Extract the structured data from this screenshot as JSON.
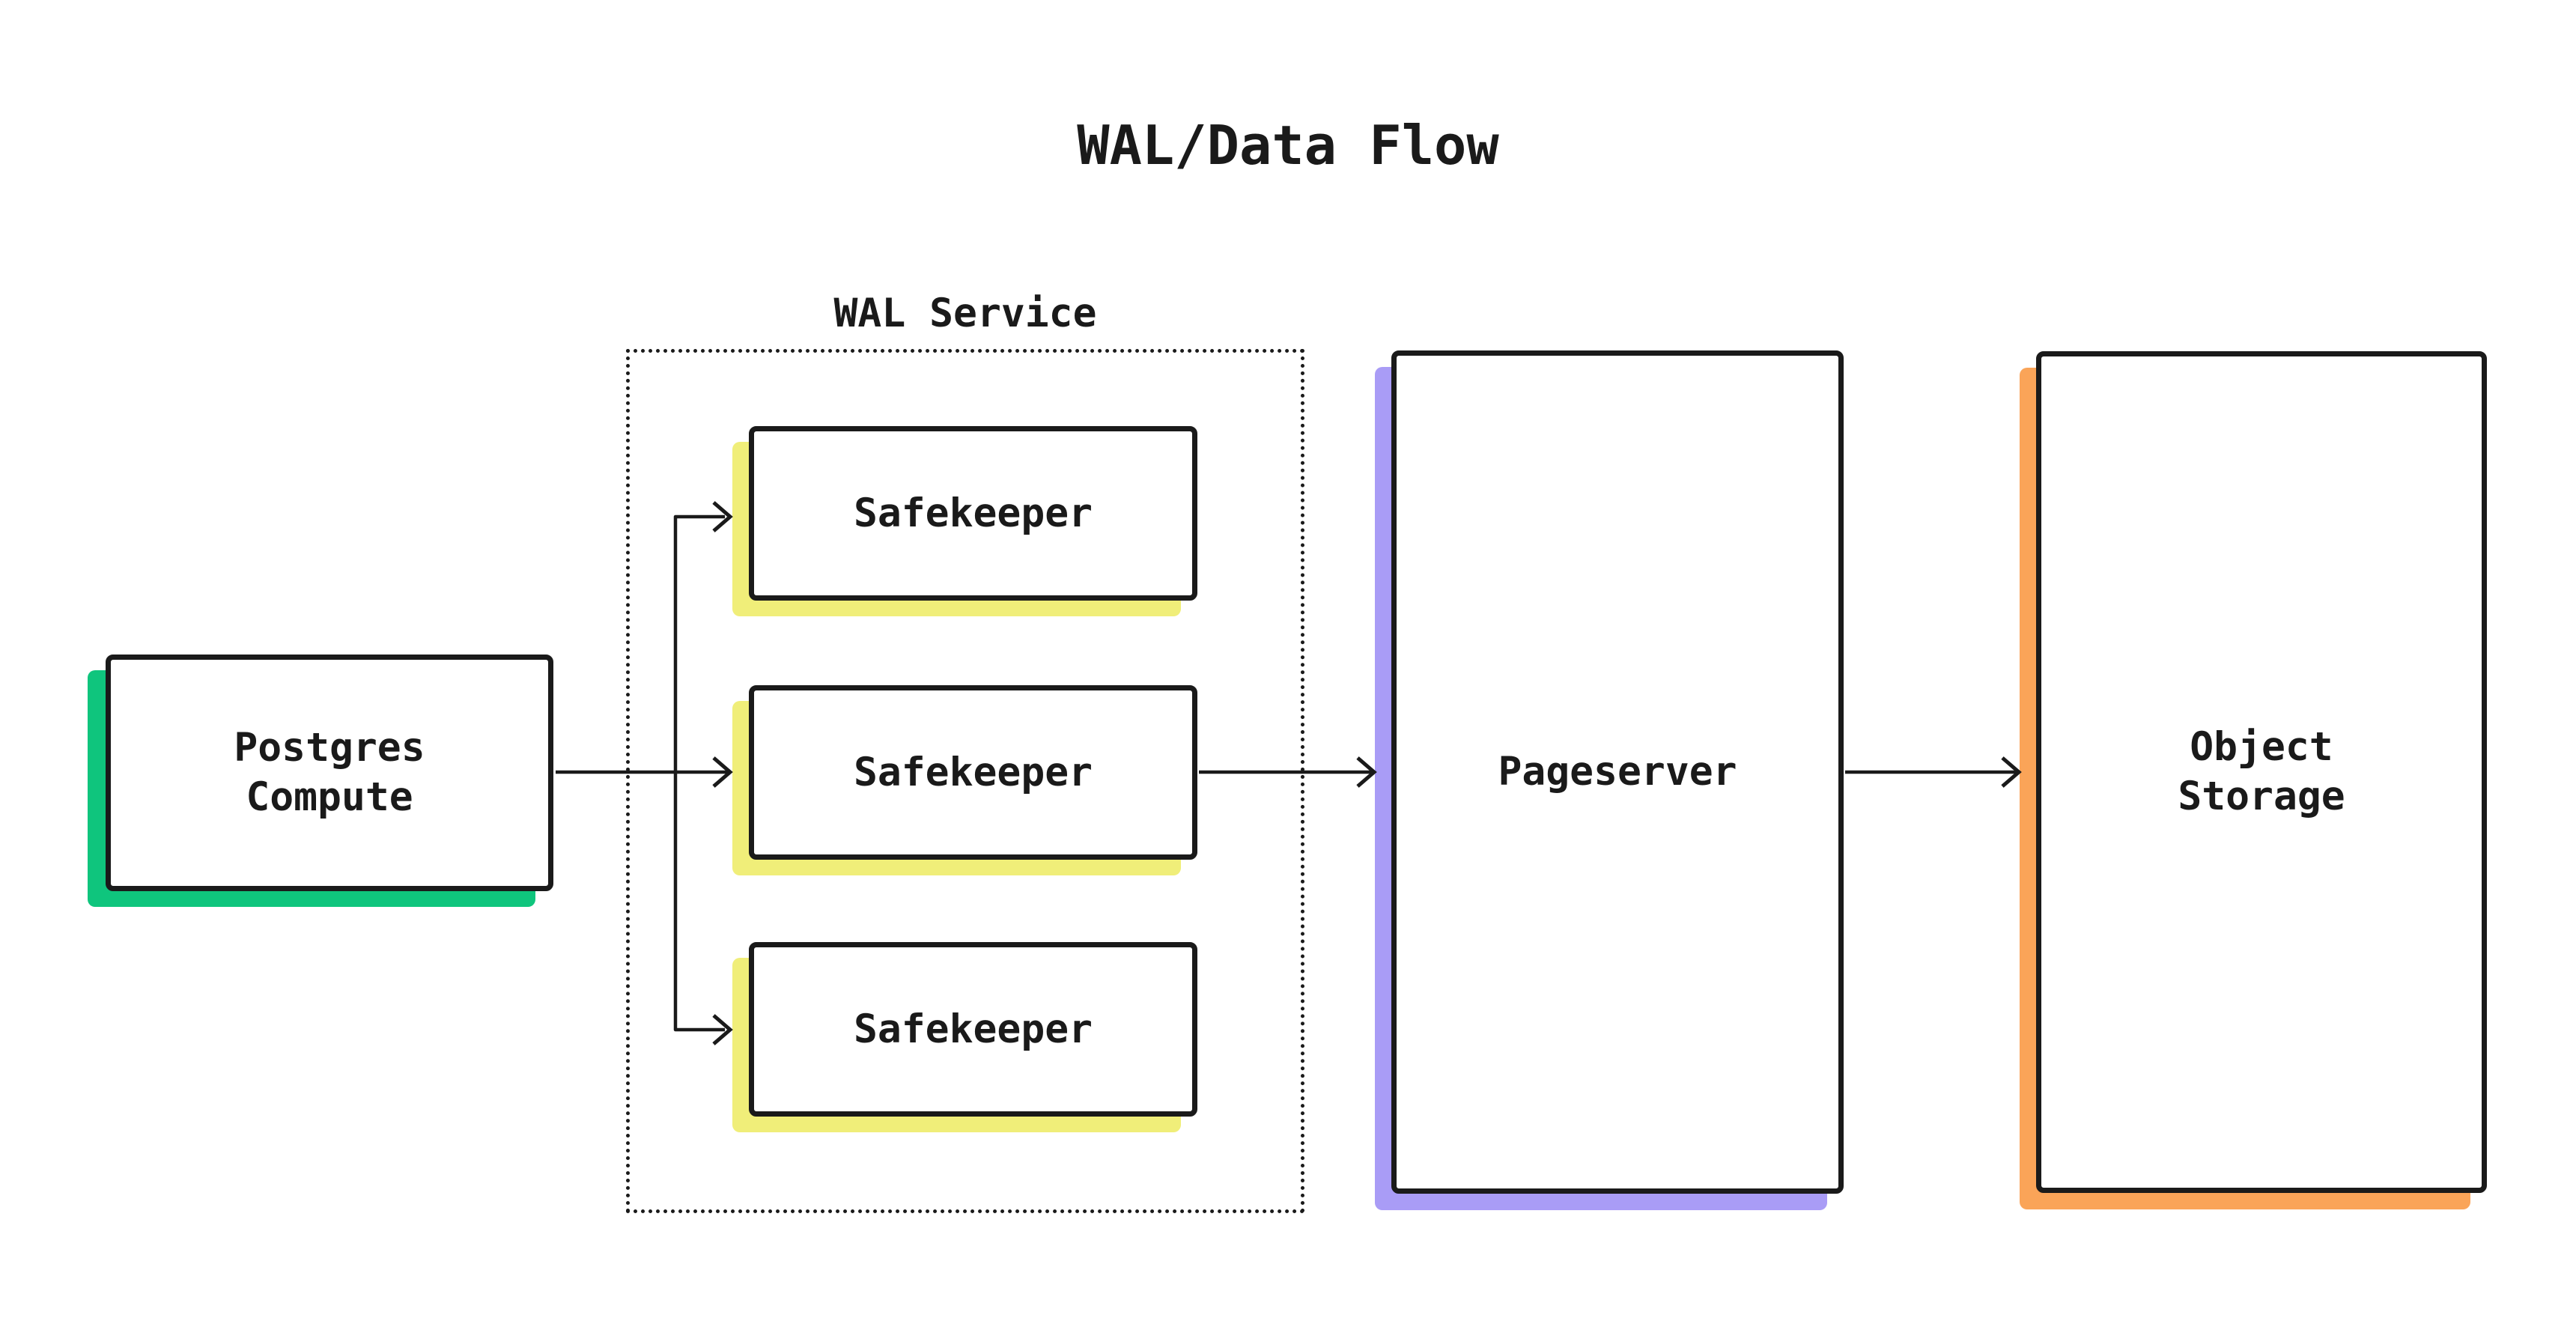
{
  "title": "WAL/Data Flow",
  "colors": {
    "ink": "#1a1a1a",
    "green": "#0fc57d",
    "yellow": "#f0ee79",
    "purple": "#a99cf6",
    "orange": "#faa458",
    "box_bg": "#ffffff",
    "page_bg": "#ffffff"
  },
  "nodes": {
    "postgres_compute": {
      "label_line1": "Postgres",
      "label_line2": "Compute"
    },
    "wal_service": {
      "label": "WAL Service"
    },
    "safekeepers": [
      {
        "label": "Safekeeper"
      },
      {
        "label": "Safekeeper"
      },
      {
        "label": "Safekeeper"
      }
    ],
    "pageserver": {
      "label": "Pageserver"
    },
    "object_storage": {
      "label_line1": "Object",
      "label_line2": "Storage"
    }
  }
}
